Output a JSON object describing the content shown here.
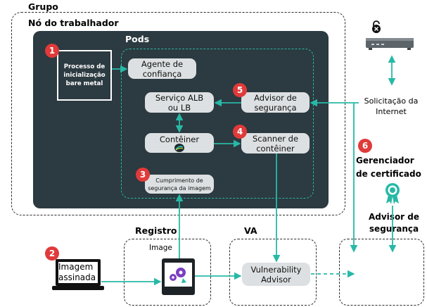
{
  "labels": {
    "cluster": "Grupo",
    "worker_node": "Nó do trabalhador",
    "pods": "Pods",
    "registry": "Registro",
    "image": "Image",
    "va": "VA",
    "internet_request": "Solicitação da Internet",
    "cert_manager": "Gerenciador de certificado",
    "security_advisor": "Advisor de segurança"
  },
  "components": {
    "bare_metal": "Processo de inicialização bare metal",
    "trust_agent": "Agente de confiança",
    "alb_lb": "Serviço ALB ou LB",
    "security_advisor_pill": "Advisor de segurança",
    "container": "Contêiner",
    "container_scanner": "Scanner de contêiner",
    "image_security": "Cumprimento de segurança da imagem",
    "vulnerability_advisor": "Vulnerability Advisor",
    "signed_image": "Imagem assinada"
  },
  "badges": [
    "1",
    "2",
    "3",
    "4",
    "5",
    "6"
  ],
  "colors": {
    "panel": "#2c3a41",
    "accent": "#27b9a6",
    "badge": "#e03a3a",
    "pill": "#dde0e2"
  },
  "icons": [
    "router-icon",
    "lock-icon",
    "certificate-icon",
    "laptop-icon",
    "gears-icon",
    "container-icon"
  ]
}
